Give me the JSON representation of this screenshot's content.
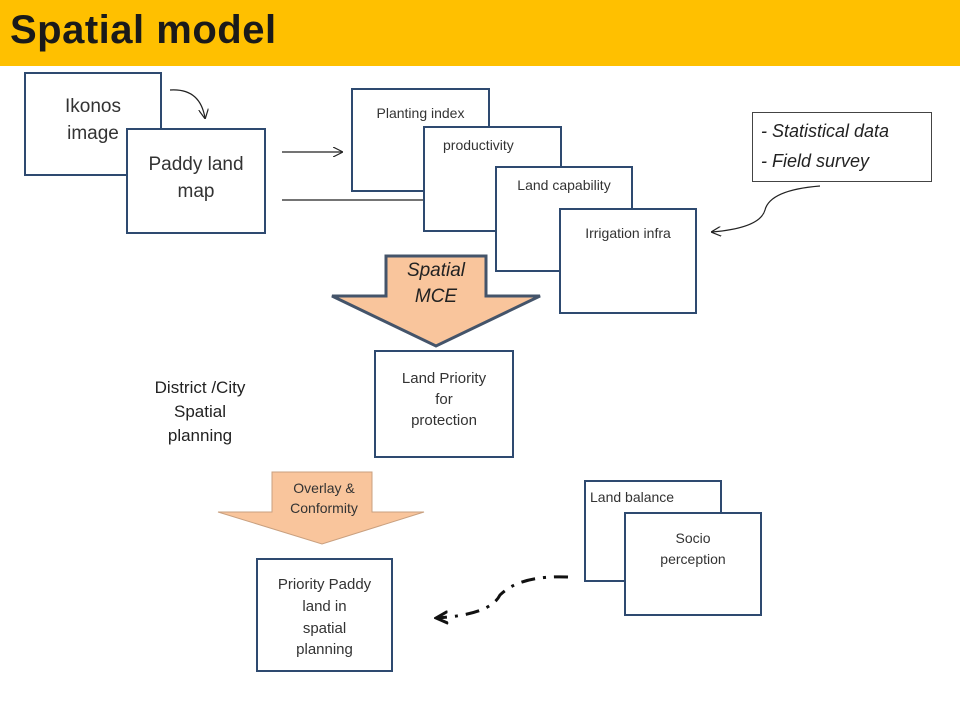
{
  "title": "Spatial model",
  "inputs": {
    "ikonos": "Ikonos\nimage",
    "paddy_map": "Paddy land\nmap"
  },
  "layers": {
    "planting_index": "Planting index",
    "productivity": "productivity",
    "land_capability": "Land capability",
    "irrigation": "Irrigation infra"
  },
  "data_sources": [
    "- Statistical data",
    "- Field survey"
  ],
  "mce_label": "Spatial\nMCE",
  "land_priority": "Land Priority\nfor\nprotection",
  "district_planning": "District /City\nSpatial\nplanning",
  "overlay_label": "Overlay &\nConformity",
  "priority_paddy": "Priority Paddy\nland in\nspatial\nplanning",
  "land_balance": "Land balance",
  "socio_perception": "Socio\nperception",
  "colors": {
    "title_bar": "#ffc000",
    "box_border": "#2e4a70",
    "big_arrow_fill": "#f9c59c",
    "big_arrow_border": "#44546a"
  }
}
